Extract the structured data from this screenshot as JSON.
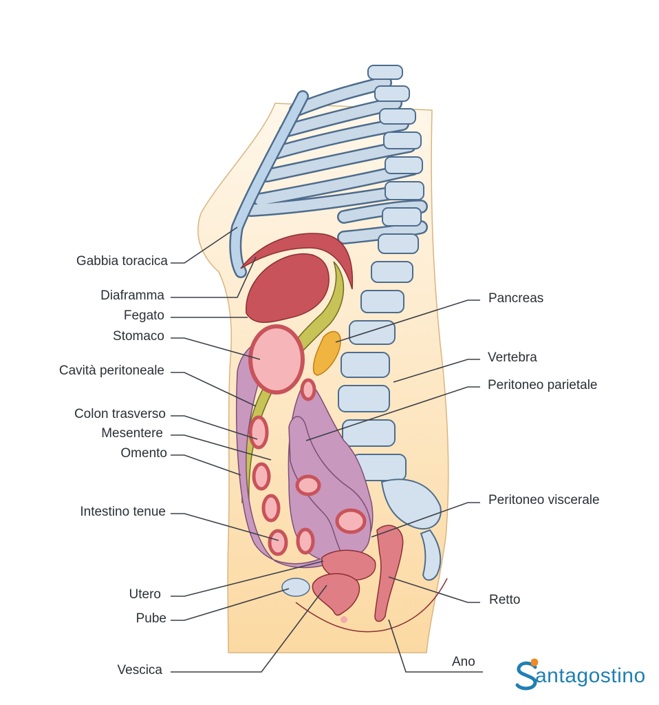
{
  "labels": {
    "gabbia_toracica": "Gabbia toracica",
    "diaframma": "Diaframma",
    "fegato": "Fegato",
    "stomaco": "Stomaco",
    "cavita_peritoneale": "Cavità peritoneale",
    "colon_trasverso": "Colon trasverso",
    "mesentere": "Mesentere",
    "omento": "Omento",
    "intestino_tenue": "Intestino tenue",
    "utero": "Utero",
    "pube": "Pube",
    "vescica": "Vescica",
    "pancreas": "Pancreas",
    "vertebra": "Vertebra",
    "peritoneo_parietale": "Peritoneo parietale",
    "peritoneo_viscerale": "Peritoneo viscerale",
    "retto": "Retto",
    "ano": "Ano"
  },
  "logo": {
    "text": "Santagostino",
    "initial": "S",
    "rest": "antagostino"
  },
  "colors": {
    "body": "#fde9c9",
    "bone": "#c9d9e8",
    "bone_stroke": "#4d6c8c",
    "organ_red": "#c8535a",
    "organ_pink": "#f2a9ae",
    "peritoneum": "#c898bf",
    "omentum": "#c7c356",
    "pancreas": "#f0b440",
    "leader": "#3b3f48",
    "logo_blue": "#1f7fb3",
    "logo_orange": "#f08a24"
  }
}
